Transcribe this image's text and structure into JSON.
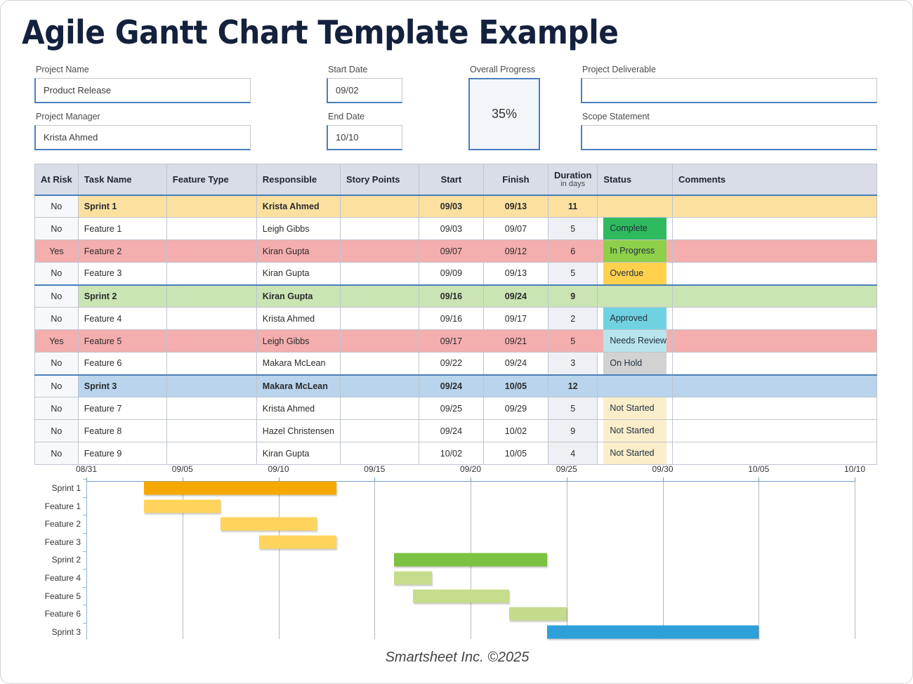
{
  "title": "Agile Gantt Chart Template Example",
  "footer": "Smartsheet Inc. ©2025",
  "form": {
    "project_name_label": "Project Name",
    "project_name_value": "Product Release",
    "project_manager_label": "Project Manager",
    "project_manager_value": "Krista Ahmed",
    "start_date_label": "Start Date",
    "start_date_value": "09/02",
    "end_date_label": "End Date",
    "end_date_value": "10/10",
    "overall_progress_label": "Overall Progress",
    "overall_progress_value": "35%",
    "project_deliverable_label": "Project Deliverable",
    "project_deliverable_value": "",
    "scope_statement_label": "Scope Statement",
    "scope_statement_value": ""
  },
  "table": {
    "columns": [
      {
        "label": "At Risk",
        "sub": ""
      },
      {
        "label": "Task Name",
        "sub": ""
      },
      {
        "label": "Feature Type",
        "sub": ""
      },
      {
        "label": "Responsible",
        "sub": ""
      },
      {
        "label": "Story Points",
        "sub": ""
      },
      {
        "label": "Start",
        "sub": ""
      },
      {
        "label": "Finish",
        "sub": ""
      },
      {
        "label": "Duration",
        "sub": "in days"
      },
      {
        "label": "Status",
        "sub": ""
      },
      {
        "label": "Comments",
        "sub": ""
      }
    ],
    "rows": [
      {
        "risk": "No",
        "task": "Sprint 1",
        "feature_type": "",
        "responsible": "Krista Ahmed",
        "story_points": "",
        "start": "09/03",
        "finish": "09/13",
        "duration": "11",
        "status": "",
        "comments": "",
        "kind": "sprint",
        "sprint": 1
      },
      {
        "risk": "No",
        "task": "Feature 1",
        "feature_type": "",
        "responsible": "Leigh Gibbs",
        "story_points": "",
        "start": "09/03",
        "finish": "09/07",
        "duration": "5",
        "status": "Complete",
        "comments": "",
        "kind": "task",
        "status_class": "b-complete"
      },
      {
        "risk": "Yes",
        "task": "Feature 2",
        "feature_type": "",
        "responsible": "Kiran Gupta",
        "story_points": "",
        "start": "09/07",
        "finish": "09/12",
        "duration": "6",
        "status": "In Progress",
        "comments": "",
        "kind": "task",
        "status_class": "b-inprogress"
      },
      {
        "risk": "No",
        "task": "Feature 3",
        "feature_type": "",
        "responsible": "Kiran Gupta",
        "story_points": "",
        "start": "09/09",
        "finish": "09/13",
        "duration": "5",
        "status": "Overdue",
        "comments": "",
        "kind": "task",
        "status_class": "b-overdue"
      },
      {
        "risk": "No",
        "task": "Sprint 2",
        "feature_type": "",
        "responsible": "Kiran Gupta",
        "story_points": "",
        "start": "09/16",
        "finish": "09/24",
        "duration": "9",
        "status": "",
        "comments": "",
        "kind": "sprint",
        "sprint": 2
      },
      {
        "risk": "No",
        "task": "Feature 4",
        "feature_type": "",
        "responsible": "Krista Ahmed",
        "story_points": "",
        "start": "09/16",
        "finish": "09/17",
        "duration": "2",
        "status": "Approved",
        "comments": "",
        "kind": "task",
        "status_class": "b-approved"
      },
      {
        "risk": "Yes",
        "task": "Feature 5",
        "feature_type": "",
        "responsible": "Leigh Gibbs",
        "story_points": "",
        "start": "09/17",
        "finish": "09/21",
        "duration": "5",
        "status": "Needs Review",
        "comments": "",
        "kind": "task",
        "status_class": "b-needsreview"
      },
      {
        "risk": "No",
        "task": "Feature 6",
        "feature_type": "",
        "responsible": "Makara McLean",
        "story_points": "",
        "start": "09/22",
        "finish": "09/24",
        "duration": "3",
        "status": "On Hold",
        "comments": "",
        "kind": "task",
        "status_class": "b-onhold"
      },
      {
        "risk": "No",
        "task": "Sprint 3",
        "feature_type": "",
        "responsible": "Makara McLean",
        "story_points": "",
        "start": "09/24",
        "finish": "10/05",
        "duration": "12",
        "status": "",
        "comments": "",
        "kind": "sprint",
        "sprint": 3
      },
      {
        "risk": "No",
        "task": "Feature 7",
        "feature_type": "",
        "responsible": "Krista Ahmed",
        "story_points": "",
        "start": "09/25",
        "finish": "09/29",
        "duration": "5",
        "status": "Not Started",
        "comments": "",
        "kind": "task",
        "status_class": "b-notstarted"
      },
      {
        "risk": "No",
        "task": "Feature 8",
        "feature_type": "",
        "responsible": "Hazel Christensen",
        "story_points": "",
        "start": "09/24",
        "finish": "10/02",
        "duration": "9",
        "status": "Not Started",
        "comments": "",
        "kind": "task",
        "status_class": "b-notstarted"
      },
      {
        "risk": "No",
        "task": "Feature 9",
        "feature_type": "",
        "responsible": "Kiran Gupta",
        "story_points": "",
        "start": "10/02",
        "finish": "10/05",
        "duration": "4",
        "status": "Not Started",
        "comments": "",
        "kind": "task",
        "status_class": "b-notstarted"
      }
    ]
  },
  "chart_data": {
    "type": "bar",
    "orientation": "horizontal",
    "title": "",
    "xlabel": "",
    "ylabel": "",
    "grid": true,
    "legend": "none",
    "x_ticks": [
      "08/31",
      "09/05",
      "09/10",
      "09/15",
      "09/20",
      "09/25",
      "09/30",
      "10/05",
      "10/10"
    ],
    "x_tick_days": [
      0,
      5,
      10,
      15,
      20,
      25,
      30,
      35,
      40
    ],
    "xlim_days": [
      0,
      40
    ],
    "categories": [
      "Sprint 1",
      "Feature 1",
      "Feature 2",
      "Feature 3",
      "Sprint 2",
      "Feature 4",
      "Feature 5",
      "Feature 6",
      "Sprint 3"
    ],
    "bars": [
      {
        "label": "Sprint 1",
        "start": "09/03",
        "finish": "09/13",
        "start_day": 3,
        "end_day": 13,
        "color": "#f5a800"
      },
      {
        "label": "Feature 1",
        "start": "09/03",
        "finish": "09/07",
        "start_day": 3,
        "end_day": 7,
        "color": "#ffd45c"
      },
      {
        "label": "Feature 2",
        "start": "09/07",
        "finish": "09/12",
        "start_day": 7,
        "end_day": 12,
        "color": "#ffd45c"
      },
      {
        "label": "Feature 3",
        "start": "09/09",
        "finish": "09/13",
        "start_day": 9,
        "end_day": 13,
        "color": "#ffd45c"
      },
      {
        "label": "Sprint 2",
        "start": "09/16",
        "finish": "09/24",
        "start_day": 16,
        "end_day": 24,
        "color": "#7dc242"
      },
      {
        "label": "Feature 4",
        "start": "09/16",
        "finish": "09/17",
        "start_day": 16,
        "end_day": 18,
        "color": "#c5dc8c"
      },
      {
        "label": "Feature 5",
        "start": "09/17",
        "finish": "09/21",
        "start_day": 17,
        "end_day": 22,
        "color": "#c5dc8c"
      },
      {
        "label": "Feature 6",
        "start": "09/22",
        "finish": "09/24",
        "start_day": 22,
        "end_day": 25,
        "color": "#c5dc8c"
      },
      {
        "label": "Sprint 3",
        "start": "09/24",
        "finish": "10/05",
        "start_day": 24,
        "end_day": 35,
        "color": "#2e9fd9"
      }
    ]
  },
  "colors": {
    "accent_blue": "#4a7ebb",
    "header_bg": "#d8dde8",
    "sprint1": "#fbe0a0",
    "sprint2": "#cbe4b4",
    "sprint3": "#b9d4ec",
    "at_risk": "#f4aeae",
    "title": "#14213d"
  }
}
